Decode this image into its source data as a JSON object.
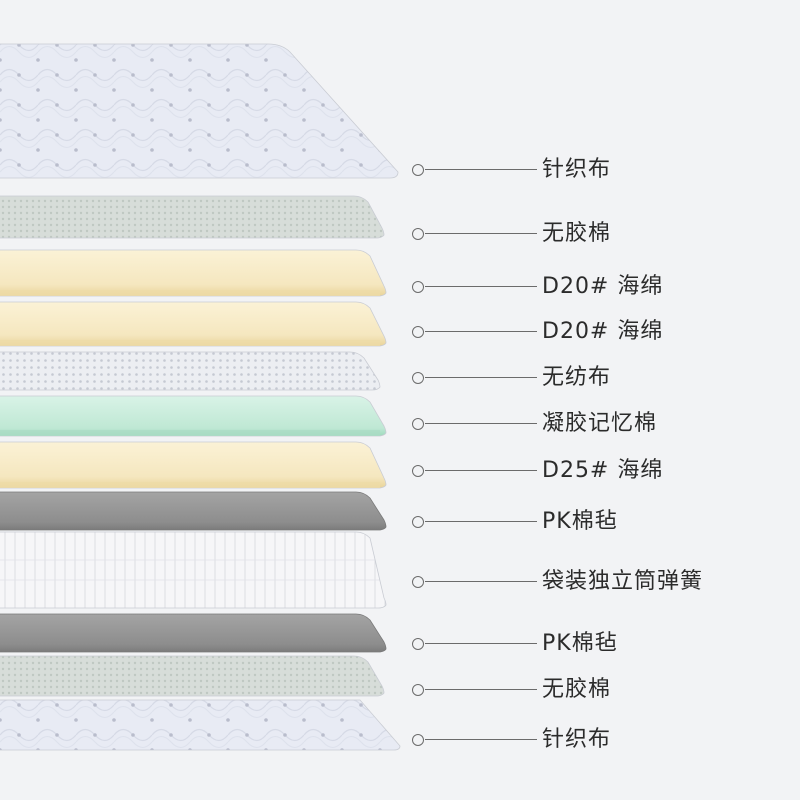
{
  "layers": [
    {
      "name": "knit-fabric-top",
      "label": "针织布",
      "material": "knit",
      "color": "#e6e9f3"
    },
    {
      "name": "glue-free-cotton-top",
      "label": "无胶棉",
      "material": "mesh",
      "color": "#d4dbd6"
    },
    {
      "name": "d20-foam-1",
      "label": "D20# 海绵",
      "material": "foam",
      "color": "#f6eac6"
    },
    {
      "name": "d20-foam-2",
      "label": "D20# 海绵",
      "material": "foam",
      "color": "#f6eac6"
    },
    {
      "name": "non-woven-fabric",
      "label": "无纺布",
      "material": "dotted",
      "color": "#eaecf0"
    },
    {
      "name": "gel-memory-foam",
      "label": "凝胶记忆棉",
      "material": "gel",
      "color": "#cfeee0"
    },
    {
      "name": "d25-foam",
      "label": "D25# 海绵",
      "material": "foam",
      "color": "#f6eac6"
    },
    {
      "name": "pk-felt-top",
      "label": "PK棉毡",
      "material": "felt",
      "color": "#8c8c8c"
    },
    {
      "name": "pocket-springs",
      "label": "袋装独立筒弹簧",
      "material": "spring",
      "color": "#f4f4f6"
    },
    {
      "name": "pk-felt-bottom",
      "label": "PK棉毡",
      "material": "felt",
      "color": "#8c8c8c"
    },
    {
      "name": "glue-free-cotton-bottom",
      "label": "无胶棉",
      "material": "mesh",
      "color": "#d4dbd6"
    },
    {
      "name": "knit-fabric-bottom",
      "label": "针织布",
      "material": "knit",
      "color": "#e6e9f3"
    }
  ]
}
